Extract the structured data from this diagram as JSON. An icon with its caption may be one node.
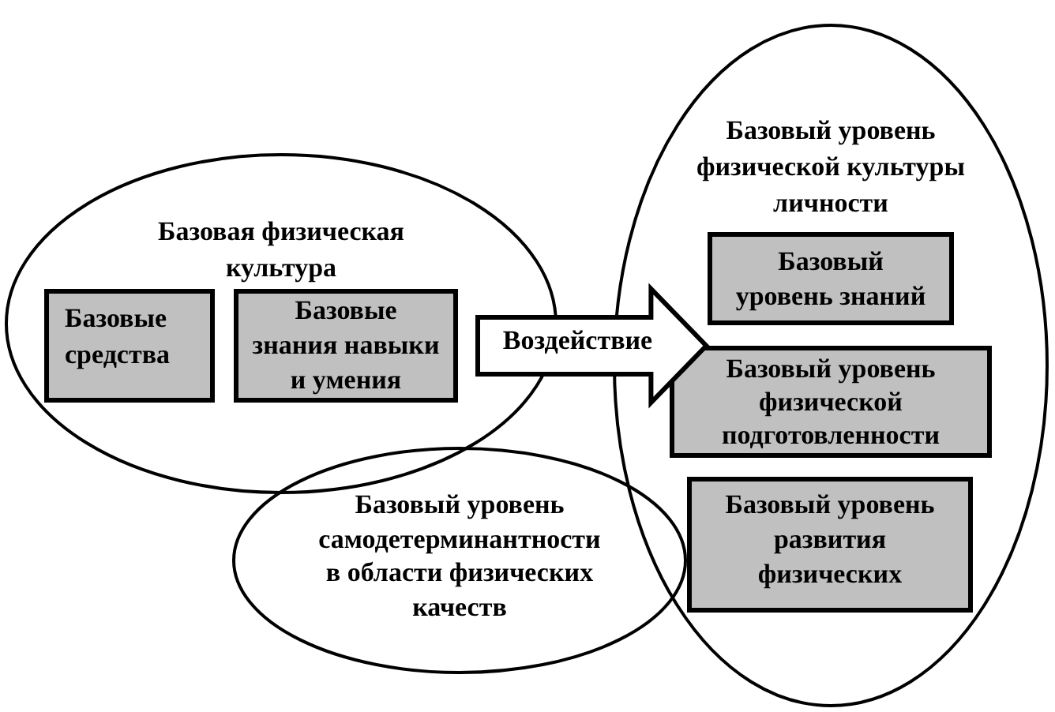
{
  "diagram": {
    "nodes": [
      {
        "text": [
          "Базовая физическая культура"
        ]
      },
      {
        "text": [
          "Базовые средства"
        ],
        "in": 0
      },
      {
        "text": [
          "Базовые знания навыки и умения"
        ],
        "in": 0
      },
      {
        "text": [
          "Базовый уровень физической культуры личности"
        ]
      },
      {
        "text": [
          "Базовый уровень знаний"
        ],
        "in": 3
      },
      {
        "text": [
          "Базовый уровень физической подготовленности"
        ],
        "in": 3
      },
      {
        "text": [
          "Базовый уровень развития физических"
        ],
        "in": 3
      },
      {
        "text": [
          "Базовый уровень самодетерминантности в области физических качеств"
        ]
      }
    ],
    "edges": [
      {
        "from": 0,
        "to": 3,
        "arrow": "to",
        "label": "Воздействие"
      }
    ]
  }
}
